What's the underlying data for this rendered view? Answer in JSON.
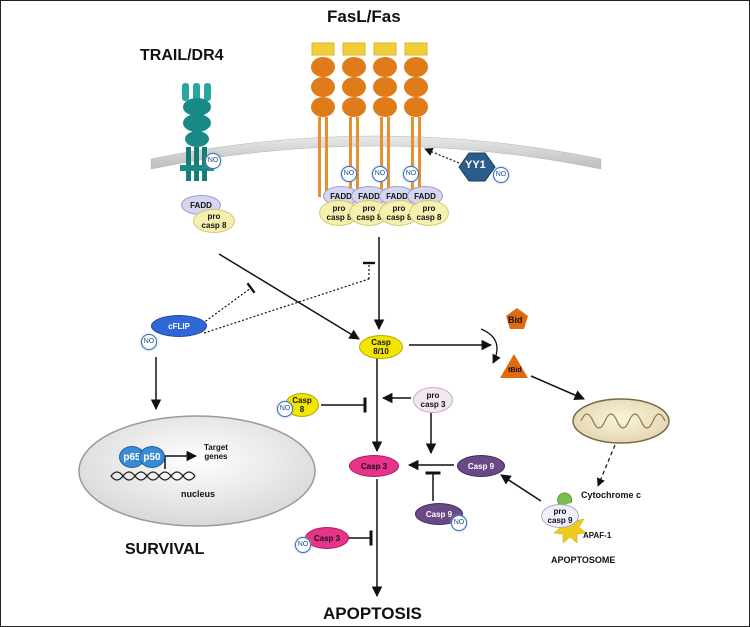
{
  "diagram": {
    "receptors": {
      "trail": "TRAIL/DR4",
      "fas": "FasL/Fas"
    },
    "adaptors": {
      "fadd": "FADD",
      "procasp8_line1": "pro",
      "procasp8_line2": "casp 8"
    },
    "modifiers": {
      "no": "NO",
      "yy1": "YY1",
      "cflip": "cFLIP"
    },
    "caspases": {
      "casp810_line1": "Casp",
      "casp810_line2": "8/10",
      "casp8_line1": "Casp",
      "casp8_line2": "8",
      "procasp3_line1": "pro",
      "procasp3_line2": "casp 3",
      "casp3": "Casp 3",
      "casp9": "Casp 9",
      "procasp9_line1": "pro",
      "procasp9_line2": "casp 9"
    },
    "mito": {
      "bid": "Bid",
      "tbid": "tBid",
      "cytochrome": "Cytochrome c",
      "apaf": "APAF-1",
      "apoptosome": "APOPTOSOME"
    },
    "nucleus": {
      "p65": "p65",
      "p50": "p50",
      "target_line1": "Target",
      "target_line2": "genes",
      "nucleus_label": "nucleus"
    },
    "outcomes": {
      "survival": "SURVIVAL",
      "apoptosis": "APOPTOSIS"
    }
  },
  "colors": {
    "trail_receptor": "#1a8a86",
    "fas_receptor": "#e07b1a",
    "ligand": "#f2cf3a",
    "fadd": "#d6d6f0",
    "procasp": "#f5f0b0",
    "casp810": "#f2e600",
    "casp3": "#e8338a",
    "casp9": "#6a4a86",
    "cflip": "#2f67d6",
    "yy1": "#2b5c8a",
    "bid": "#e06a10",
    "membrane": "#d0d0d0"
  }
}
